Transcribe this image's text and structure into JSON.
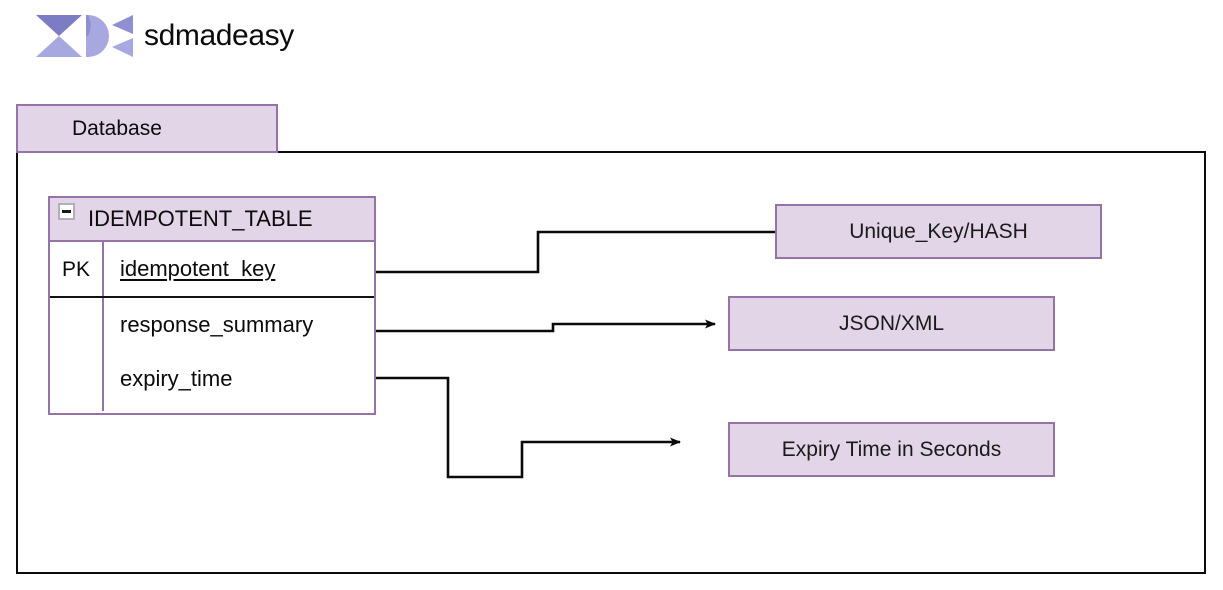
{
  "brand": {
    "name": "sdmadeasy",
    "logo_icon": "sdmadeasy-logo-icon",
    "colors": {
      "logo_dark": "#7b7cc4",
      "logo_light": "#a8a8e0",
      "text": "#0b0b0b"
    }
  },
  "diagram": {
    "container": {
      "label": "Database",
      "border_color": "#0a0a0a",
      "label_fill": "#e1d5e7",
      "label_border": "#9673a6"
    },
    "entity": {
      "title": "IDEMPOTENT_TABLE",
      "collapse_icon": "collapse-minus-icon",
      "header_fill": "#e1d5e7",
      "border_color": "#9673a6",
      "attributes": [
        {
          "key": "PK",
          "name": "idempotent_key",
          "underlined": true
        },
        {
          "key": "",
          "name": "response_summary",
          "underlined": false
        },
        {
          "key": "",
          "name": "expiry_time",
          "underlined": false
        }
      ]
    },
    "notes": [
      {
        "id": "unique",
        "label": "Unique_Key/HASH",
        "arrowhead": false
      },
      {
        "id": "json",
        "label": "JSON/XML",
        "arrowhead": true
      },
      {
        "id": "expiry",
        "label": "Expiry Time in Seconds",
        "arrowhead": true
      }
    ],
    "note_fill": "#e1d5e7",
    "note_border": "#9673a6",
    "connector_color": "#0a0a0a"
  }
}
